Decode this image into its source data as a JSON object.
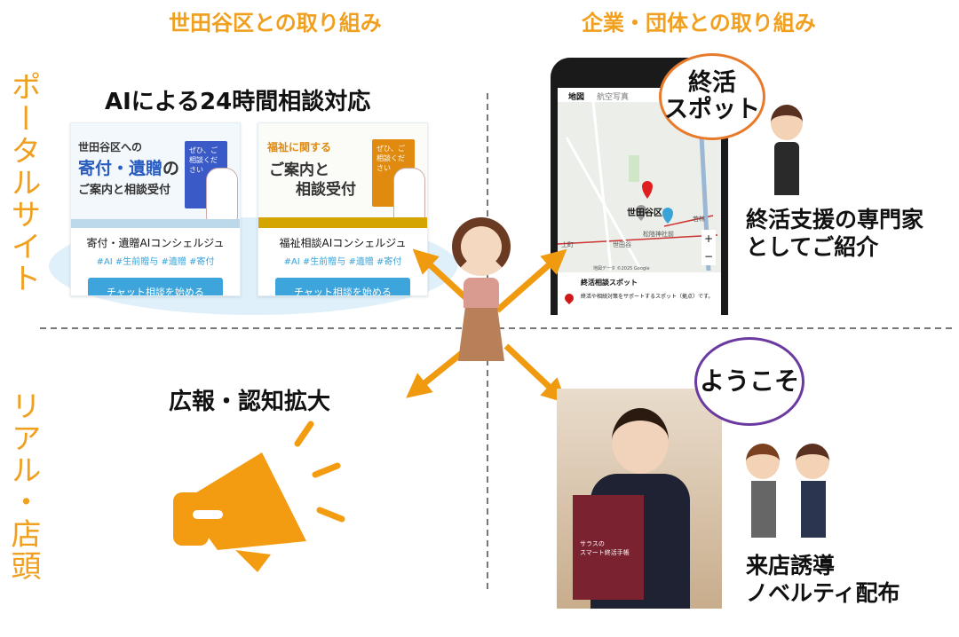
{
  "columns": {
    "left": "世田谷区との取り組み",
    "right": "企業・団体との取り組み"
  },
  "rows": {
    "top": "ポータルサイト",
    "bottom": "リアル・店頭"
  },
  "portal": {
    "title": "AIによる24時間相談対応",
    "cards": [
      {
        "banner_sub": "世田谷区への",
        "banner_main": "寄付・遺贈",
        "banner_no": "の",
        "banner_line2": "ご案内と相談受付",
        "badge": "ぜひ、ご相談ください",
        "name": "寄付・遺贈AIコンシェルジュ",
        "tags": "#AI #生前贈与 #遺贈 #寄付",
        "button": "チャット相談を始める",
        "color": "#3a5bc7"
      },
      {
        "banner_sub": "福祉に関する",
        "banner_main": "ご案内と",
        "banner_no": "",
        "banner_line2": "相談受付",
        "badge": "ぜひ、ご相談ください",
        "name": "福祉相談AIコンシェルジュ",
        "tags": "#AI #生前贈与 #遺贈 #寄付",
        "button": "チャット相談を始める",
        "color": "#e08a10"
      }
    ]
  },
  "map": {
    "tabs": [
      "地図",
      "航空写真"
    ],
    "label": "世田谷区",
    "stations": [
      "世田谷",
      "上町",
      "若林",
      "松陰神社前"
    ],
    "zoom_in": "+",
    "zoom_out": "−",
    "attribution": "地図データ ©2025 Google",
    "spot_title": "終活相談スポット",
    "spot_desc": "終活や相続対策をサポートするスポット（拠点）です。",
    "bubble": "終活\nスポット",
    "caption": "終活支援の専門家\nとしてご紹介"
  },
  "pr": {
    "title": "広報・認知拡大"
  },
  "store": {
    "bubble": "ようこそ",
    "book": "サラスの\nスマート終活手帳",
    "caption": "来店誘導\nノベルティ配布"
  },
  "colors": {
    "accent": "#f0a01e",
    "arrow": "#f09a10",
    "button": "#3ea5dc",
    "divider": "#777777",
    "bubble_orange": "#e87a2a",
    "bubble_purple": "#6a3aa0"
  }
}
